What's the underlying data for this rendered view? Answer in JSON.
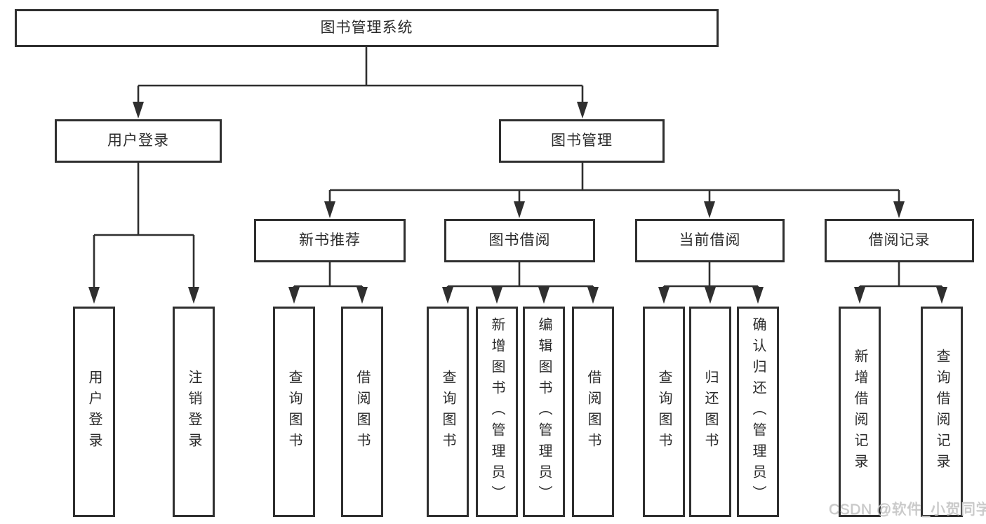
{
  "tree": {
    "label": "图书管理系统",
    "children": [
      {
        "label": "用户登录",
        "children": [
          {
            "label": "用户登录"
          },
          {
            "label": "注销登录"
          }
        ]
      },
      {
        "label": "图书管理",
        "children": [
          {
            "label": "新书推荐",
            "children": [
              {
                "label": "查询图书"
              },
              {
                "label": "借阅图书"
              }
            ]
          },
          {
            "label": "图书借阅",
            "children": [
              {
                "label": "查询图书"
              },
              {
                "label": "新增图书（管理员）"
              },
              {
                "label": "编辑图书（管理员）"
              },
              {
                "label": "借阅图书"
              }
            ]
          },
          {
            "label": "当前借阅",
            "children": [
              {
                "label": "查询图书"
              },
              {
                "label": "归还图书"
              },
              {
                "label": "确认归还（管理员）"
              }
            ]
          },
          {
            "label": "借阅记录",
            "children": [
              {
                "label": "新增借阅记录"
              },
              {
                "label": "查询借阅记录"
              }
            ]
          }
        ]
      }
    ]
  },
  "watermark": {
    "text": "CSDN @软件_小贺同学"
  },
  "colors": {
    "line": "#2f2f2f",
    "box_border": "#2f2f2f",
    "text": "#2b2b2b",
    "watermark": "#c9c9c9",
    "background": "#ffffff"
  }
}
